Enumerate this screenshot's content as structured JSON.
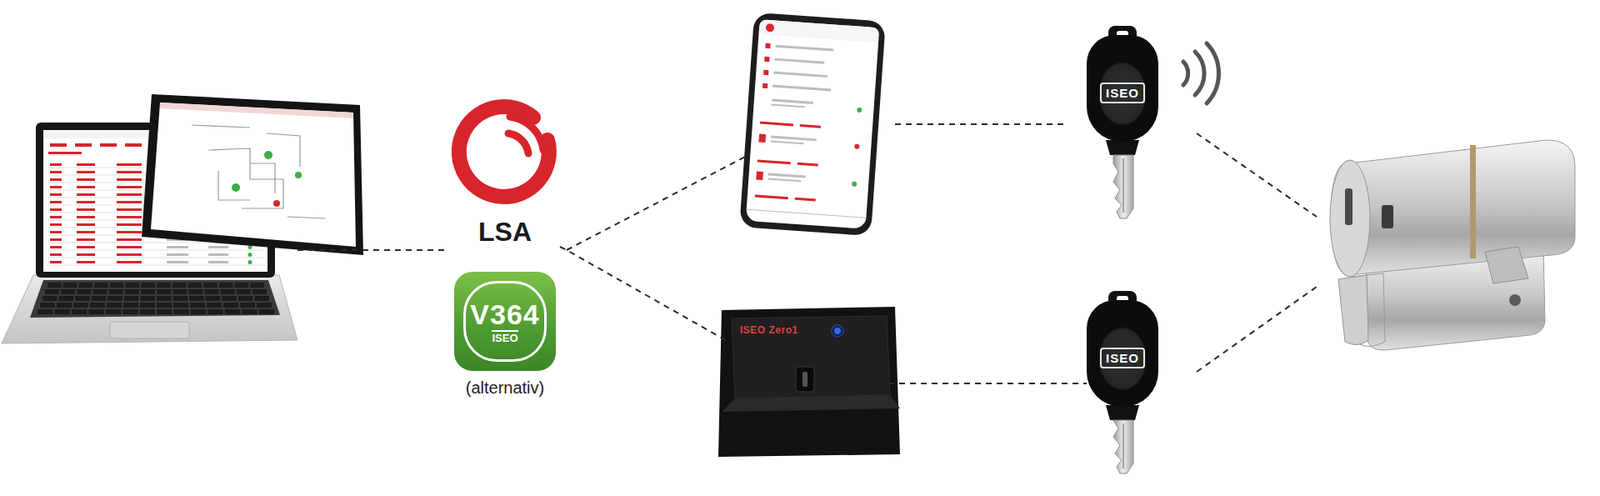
{
  "diagram": {
    "nodes": [
      {
        "text": [
          "LSA"
        ]
      },
      {
        "text": [
          "V364",
          "ISEO",
          "(alternativ)"
        ]
      },
      {
        "text": [
          "ISEO Zero1"
        ]
      },
      {
        "text": [
          "ISEO"
        ]
      },
      {
        "text": [
          "ISEO"
        ]
      }
    ],
    "edges": [
      {
        "from": 0,
        "to": 2,
        "arrow": "none"
      },
      {
        "from": 2,
        "to": 4,
        "arrow": "none"
      }
    ]
  }
}
